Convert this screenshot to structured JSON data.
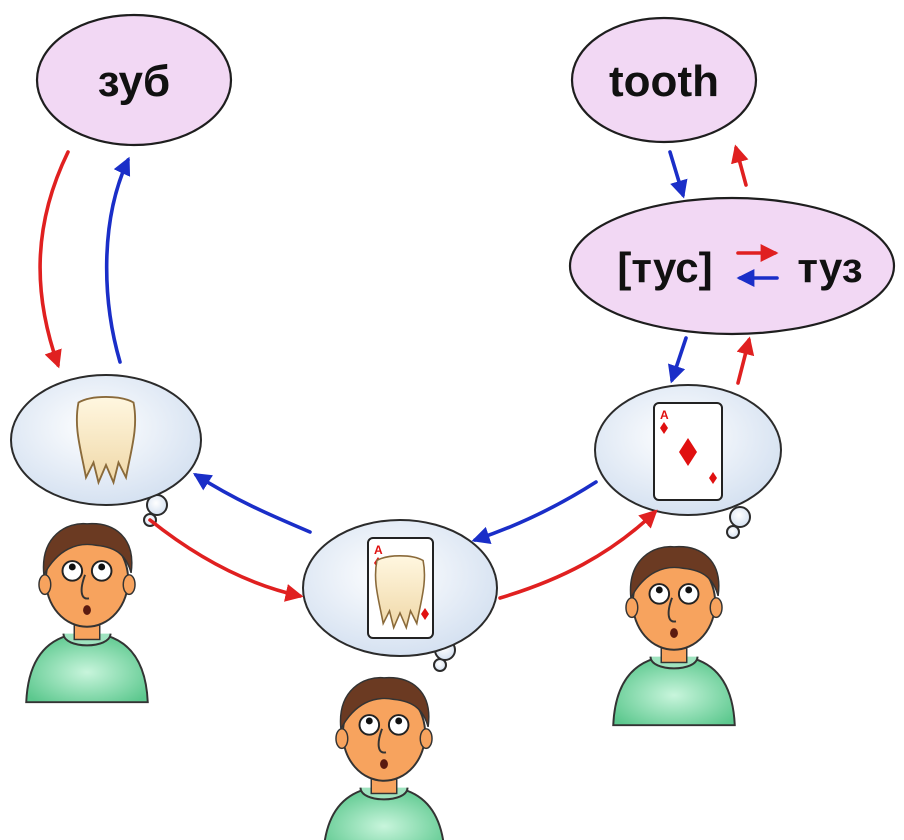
{
  "nodes": {
    "russian_word": "зуб",
    "english_word": "tooth",
    "sound": "[тус]",
    "similar_word": "туз"
  },
  "colors": {
    "forward_arrow": "#e02020",
    "backward_arrow": "#1a2ec8",
    "word_ellipse_fill": "#f2d8f4",
    "thought_bubble_fill": "#dfe8f4",
    "skin": "#f7a35e",
    "hair": "#6b3a22",
    "shirt": "#7fd7a8",
    "card_suit": "#e01010"
  },
  "card_rank": "A",
  "icons": [
    "tooth-icon",
    "ace-of-diamonds-card-icon",
    "tooth-on-card-icon",
    "thinking-person-icon"
  ]
}
